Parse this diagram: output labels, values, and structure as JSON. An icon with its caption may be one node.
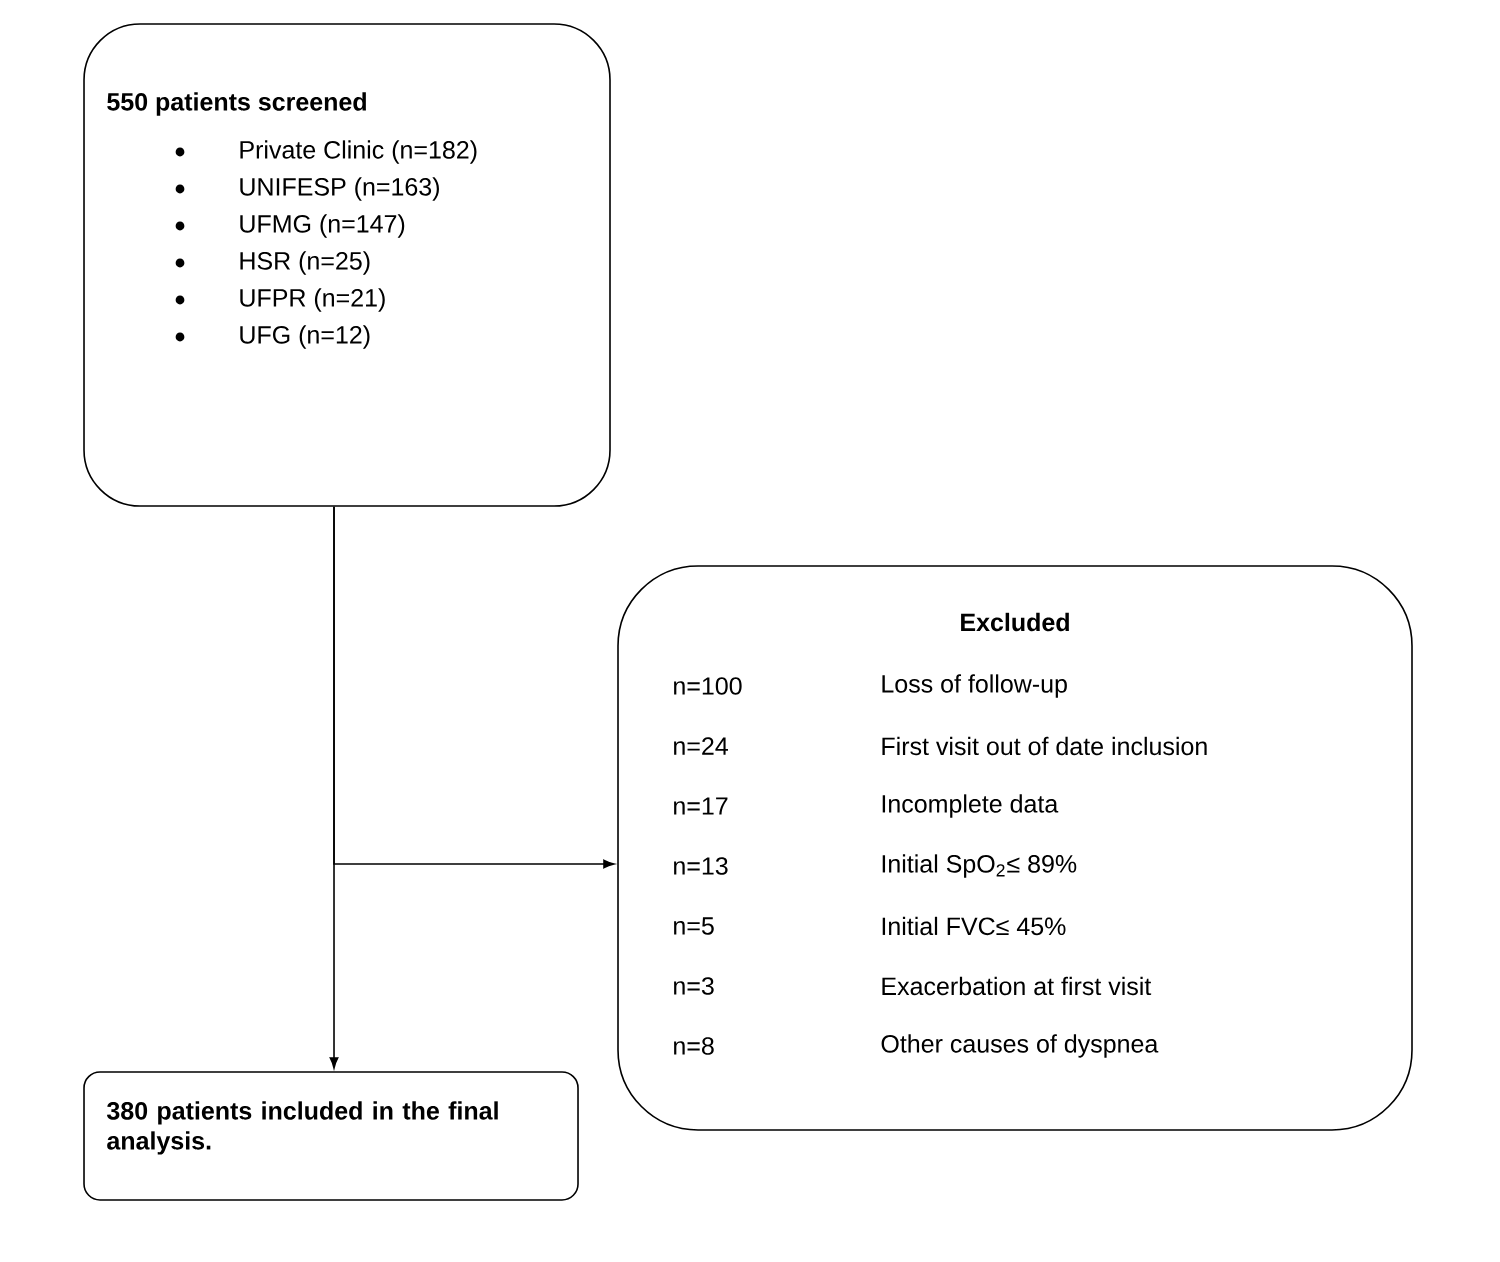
{
  "diagram": {
    "nodes": [
      {
        "text": [
          "550 patients screened",
          "Private Clinic (n=182)",
          "UNIFESP (n=163)",
          "UFMG (n=147)",
          "HSR (n=25)",
          "UFPR (n=21)",
          "UFG (n=12)"
        ]
      },
      {
        "text": [
          "Excluded",
          "n=100",
          "Loss of follow-up",
          "n=24",
          "First visit out of date inclusion",
          "n=17",
          "Incomplete data",
          "n=13",
          "Initial SpO$_{2}$≤ 89%",
          "n=5",
          "Initial FVC≤ 45%",
          "n=3",
          "Exacerbation at first visit",
          "n=8",
          "Other causes of dyspnea"
        ]
      },
      {
        "text": [
          "380 patients included in the final analysis."
        ]
      }
    ],
    "edges": [
      {
        "from": 0,
        "to": 2,
        "arrow": "to"
      },
      {
        "from": 0,
        "to": 1,
        "arrow": "to"
      }
    ]
  }
}
